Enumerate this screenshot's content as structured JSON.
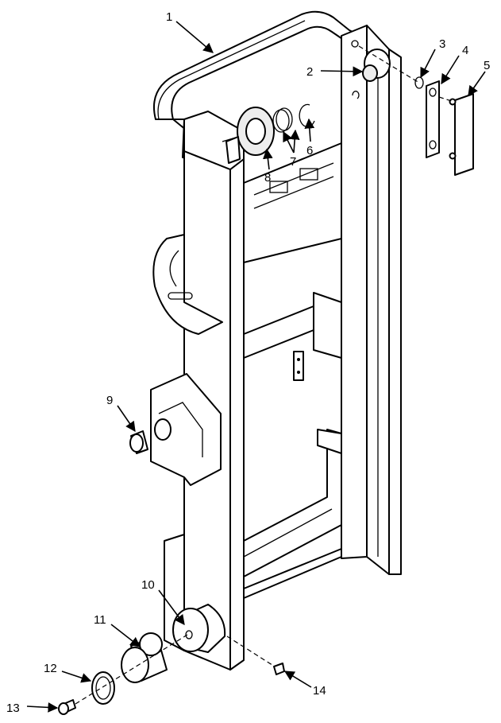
{
  "callouts": [
    {
      "id": "1",
      "label": "1"
    },
    {
      "id": "2",
      "label": "2"
    },
    {
      "id": "3",
      "label": "3"
    },
    {
      "id": "4",
      "label": "4"
    },
    {
      "id": "5",
      "label": "5"
    },
    {
      "id": "6",
      "label": "6"
    },
    {
      "id": "7",
      "label": "7"
    },
    {
      "id": "8",
      "label": "8"
    },
    {
      "id": "9",
      "label": "9"
    },
    {
      "id": "10",
      "label": "10"
    },
    {
      "id": "11",
      "label": "11"
    },
    {
      "id": "12",
      "label": "12"
    },
    {
      "id": "13",
      "label": "13"
    },
    {
      "id": "14",
      "label": "14"
    }
  ],
  "colors": {
    "line": "#000000",
    "fill": "#ffffff",
    "shade": "#ededed"
  }
}
